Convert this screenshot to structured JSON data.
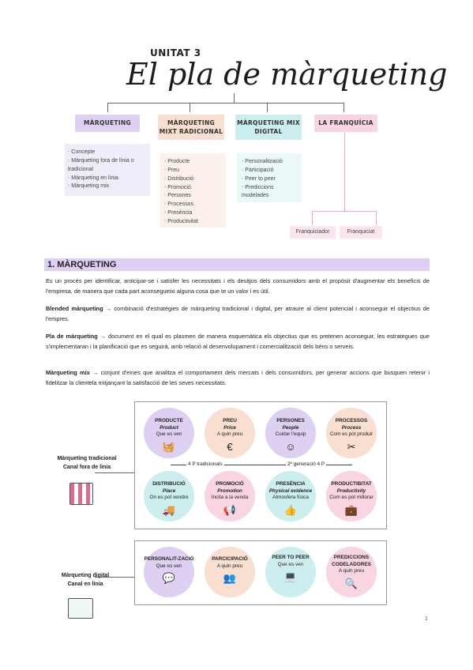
{
  "header": {
    "unit": "UNITAT 3",
    "title": "El pla de màrqueting"
  },
  "colors": {
    "purple": "#ddd0f2",
    "orange": "#f8dfcf",
    "cyan": "#cdeeee",
    "pink": "#f8d5e0"
  },
  "map": {
    "b1": "MÀRQUETING",
    "b2": "MÀRQUETING MIXT RADICIONAL",
    "b3": "MÀRQUETING MIX DIGITAL",
    "b4": "LA FRANQUÍCIA",
    "l1": [
      "Concepte",
      "Màrqueting fora de línia o tradicional",
      "Màrqueting en línia",
      "Màrqueting mix"
    ],
    "l2": [
      "Producte",
      "Preu",
      "Distribució",
      "Promoció",
      "Persones",
      "Processos",
      "Presència",
      "Productivitat"
    ],
    "l3": [
      "Personalització",
      "Participació",
      "Peer to peer",
      "Prediccions modelades"
    ],
    "f1": "Franquiciador",
    "f2": "Franquiciat"
  },
  "section": "1. MÀRQUETING",
  "paras": {
    "p1": "Es un procés per identificar, anticipar-se i satisfer les necessitats i els desitjos dels consumidors amb el propòsit d'augmentar els beneficis de l'empresa, de manera que cada part aconsegueixi alguna cosa que te un valor i es útil.",
    "p2_term": "Blended màrqueting",
    "p2": " → combinació d'estratègies de màrqueting tradicional i digital, per atraure al client potencial i aconseguir el objectius de l'empres.",
    "p3_term": "Pla de màrqueting",
    "p3": " → document en el qual es plasmen de manera esquemàtica els objectius que es pretenen aconseguir, les estrategues que s'implementaran i la planificació que es seguirà, amb relació al desenvolupament i comercialització dels béns o serveis.",
    "p4_term": "Màrqueting mix",
    "p4": " → conjunt d'eines que analitza el comportament dels mercats i dels consumidors, per generar accions que busquen retenir i fidelitzar la clientela mitjançant la satisfacció de les seves necessitats."
  },
  "trad": {
    "label1": "Màrqueting tradicional",
    "label2": "Canal fora de línia",
    "mid1": "4 P tradicionals",
    "mid2": "2ª generació 4 P",
    "c": [
      {
        "t": "PRODUCTE",
        "s": "Product",
        "d": "Que es ven",
        "icon": "basket-icon",
        "g": "🧺"
      },
      {
        "t": "PREU",
        "s": "Price",
        "d": "A quin preu",
        "icon": "euro-icon",
        "g": "€"
      },
      {
        "t": "PERSONES",
        "s": "People",
        "d": "Cuidar l'equip",
        "icon": "smiley-icon",
        "g": "☺"
      },
      {
        "t": "PROCESSOS",
        "s": "Process",
        "d": "Com es pot produir",
        "icon": "tools-icon",
        "g": "✂"
      },
      {
        "t": "DISTRIBUCIÓ",
        "s": "Place",
        "d": "On es pot vendre",
        "icon": "truck-icon",
        "g": "🚚"
      },
      {
        "t": "PROMOCIÓ",
        "s": "Promotion",
        "d": "Incita a la venda",
        "icon": "megaphone-icon",
        "g": "📢"
      },
      {
        "t": "PRESÈNCIA",
        "s": "Physical evidence",
        "d": "Atmosfera física",
        "icon": "thumbs-up-icon",
        "g": "👍"
      },
      {
        "t": "PRODUCTIBITAT",
        "s": "Productivity",
        "d": "Com es pot millorar",
        "icon": "briefcase-icon",
        "g": "💼"
      }
    ]
  },
  "dig": {
    "label1": "Màrqueting digital",
    "label2": "Canal en línia",
    "c": [
      {
        "t": "PERSONALIT-ZACIÓ",
        "d": "Que es ven",
        "icon": "chat-icon",
        "g": "💬"
      },
      {
        "t": "PARCICIPACIÓ",
        "d": "A quin preu",
        "icon": "people-icon",
        "g": "👥"
      },
      {
        "t": "PEER TO PEER",
        "d": "Que es ven",
        "icon": "laptop-icon",
        "g": "💻"
      },
      {
        "t": "PREDICCIONS CODELADORES",
        "d": "A quin preu",
        "icon": "magnifier-icon",
        "g": "🔍"
      }
    ]
  },
  "page_number": "1"
}
